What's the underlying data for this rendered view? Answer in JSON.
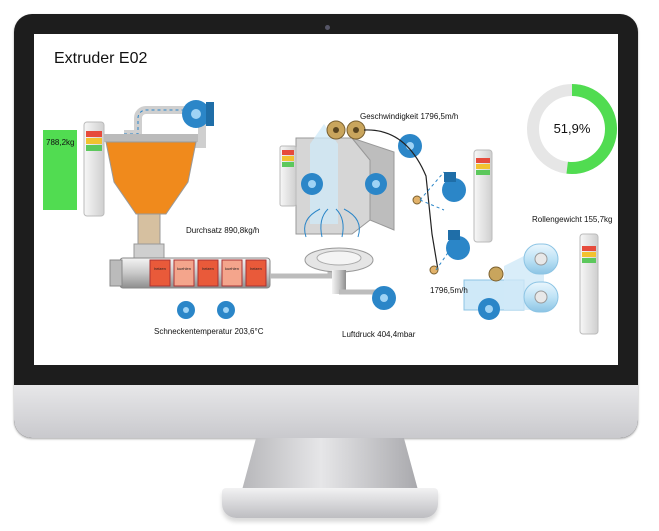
{
  "screen": {
    "title": "Extruder E02",
    "tank_weight": "788,2kg",
    "percent": "51,9%",
    "percent_value": 51.9,
    "labels": {
      "speed_top": "Geschwindigkeit 1796,5m/h",
      "throughput": "Durchsatz 890,8kg/h",
      "screw_temp": "Schneckentemperatur 203,6°C",
      "air_pressure": "Luftdruck 404,4mbar",
      "speed_bottom": "1796,5m/h",
      "roll_weight": "Rollengewicht 155,7kg"
    },
    "zones": [
      "heizen",
      "kuehlen",
      "heizen",
      "kuehlen",
      "heizen"
    ]
  },
  "colors": {
    "accent_green": "#51dc51",
    "blower_blue": "#2b86c8",
    "hopper_orange": "#f08a1c"
  }
}
